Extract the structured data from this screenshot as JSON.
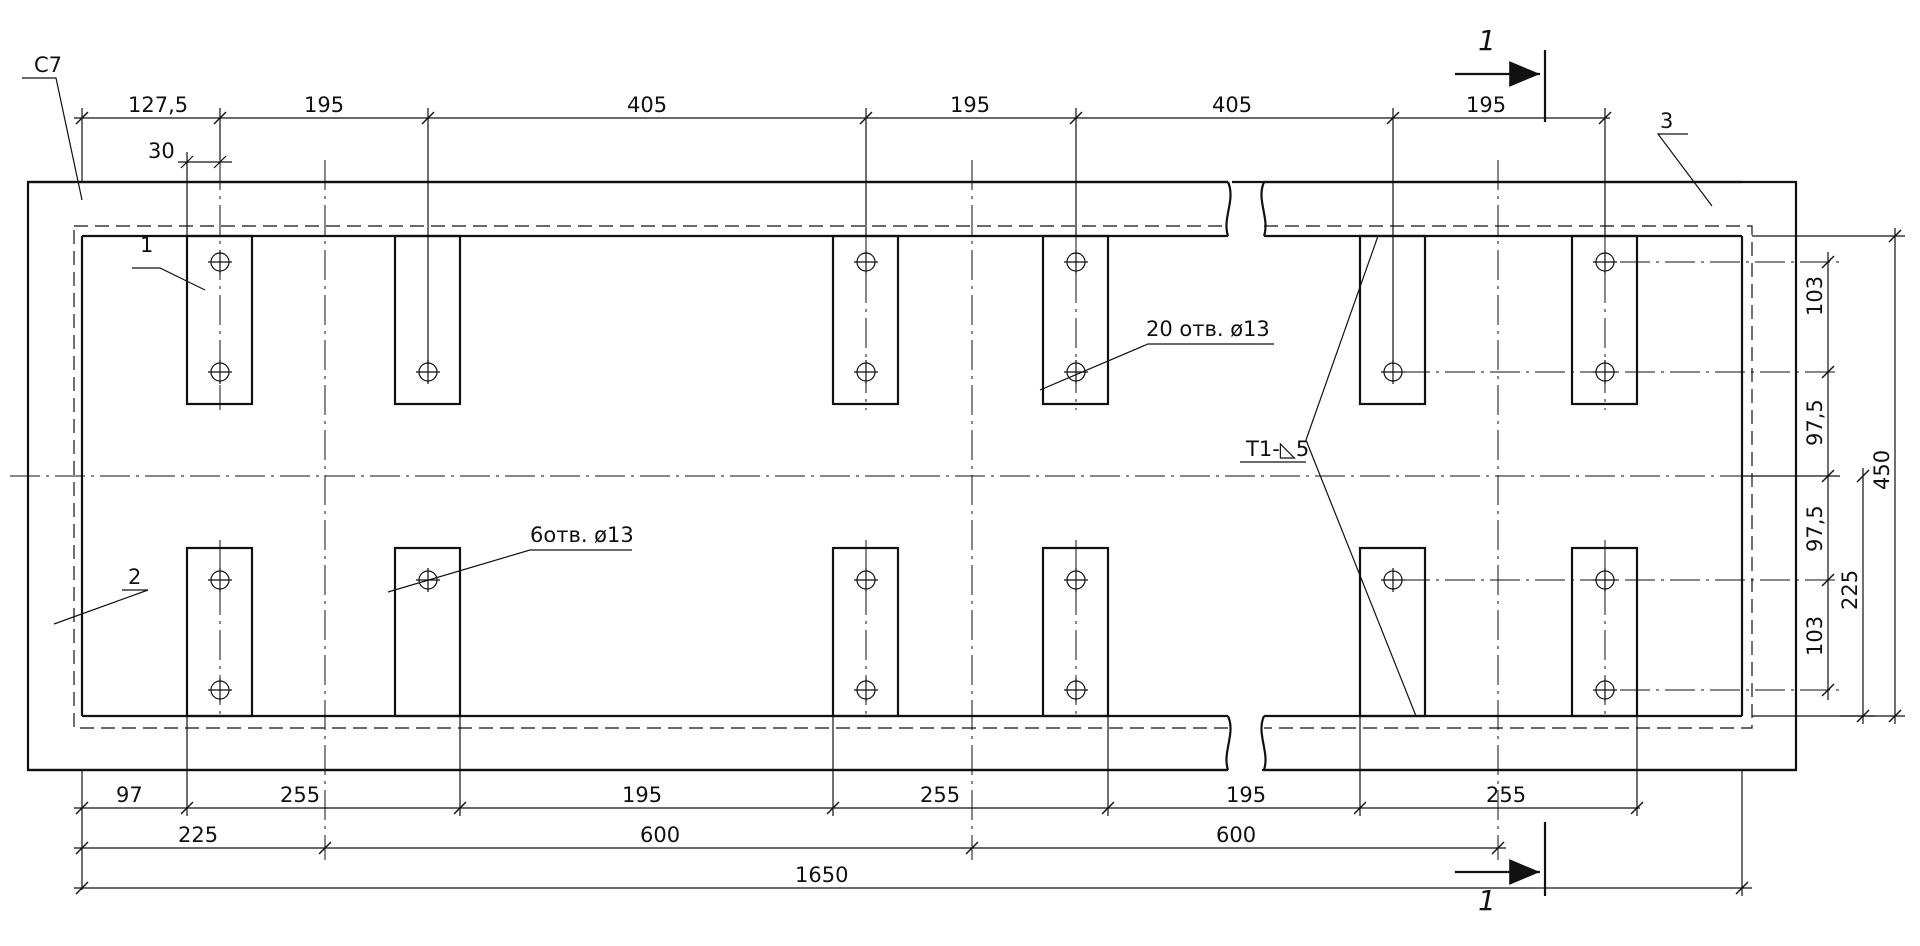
{
  "drawing": {
    "labels": {
      "weld": "С7",
      "part1": "1",
      "part2": "2",
      "part3": "3",
      "section_top": "1",
      "section_bottom": "1",
      "holes_20": "20 отв. ø13",
      "holes_6": "6отв. ø13",
      "weld_t1": "Т1-◺5"
    },
    "dimensions": {
      "top": [
        "127,5",
        "195",
        "405",
        "195",
        "405",
        "195"
      ],
      "top_small": "30",
      "bottom_row1": [
        "97",
        "255",
        "195",
        "255",
        "195",
        "255"
      ],
      "bottom_row2": [
        "225",
        "600",
        "600"
      ],
      "bottom_total": "1650",
      "right": [
        "103",
        "97,5",
        "97,5",
        "103"
      ],
      "right_225": "225",
      "right_450": "450"
    }
  }
}
